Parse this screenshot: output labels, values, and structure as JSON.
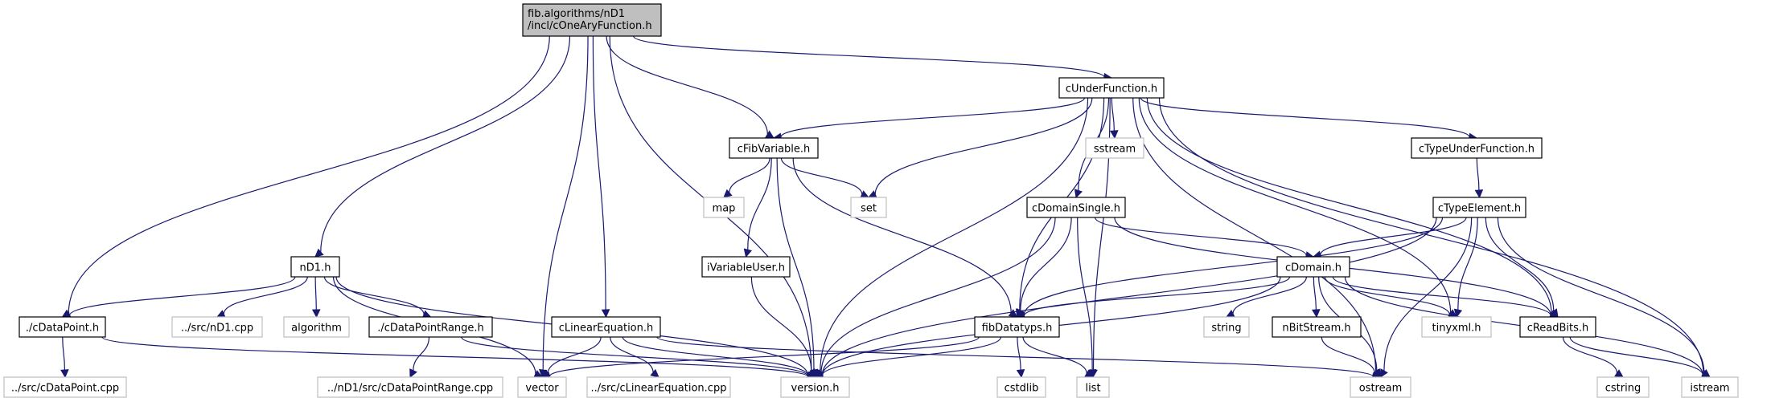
{
  "diagram": {
    "type": "include-dependency-graph",
    "colors": {
      "root_fill": "#bfbfbf",
      "root_border": "#000000",
      "local_fill": "#ffffff",
      "local_border": "#000000",
      "system_fill": "#ffffff",
      "system_border": "#bfbfbf",
      "edge": "#191970"
    },
    "nodes": [
      {
        "id": "root",
        "label": "fib.algorithms/nD1\n/incl/cOneAryFunction.h",
        "kind": "root"
      },
      {
        "id": "cUnderFunction",
        "label": "cUnderFunction.h",
        "kind": "local"
      },
      {
        "id": "cFibVariable",
        "label": "cFibVariable.h",
        "kind": "local"
      },
      {
        "id": "sstream",
        "label": "sstream",
        "kind": "system"
      },
      {
        "id": "cTypeUnderFunction",
        "label": "cTypeUnderFunction.h",
        "kind": "local"
      },
      {
        "id": "map",
        "label": "map",
        "kind": "system"
      },
      {
        "id": "set",
        "label": "set",
        "kind": "system"
      },
      {
        "id": "cDomainSingle",
        "label": "cDomainSingle.h",
        "kind": "local"
      },
      {
        "id": "cTypeElement",
        "label": "cTypeElement.h",
        "kind": "local"
      },
      {
        "id": "nD1",
        "label": "nD1.h",
        "kind": "local"
      },
      {
        "id": "iVariableUser",
        "label": "iVariableUser.h",
        "kind": "local"
      },
      {
        "id": "cDomain",
        "label": "cDomain.h",
        "kind": "local"
      },
      {
        "id": "cDataPoint",
        "label": "./cDataPoint.h",
        "kind": "local"
      },
      {
        "id": "nD1cpp",
        "label": "../src/nD1.cpp",
        "kind": "system"
      },
      {
        "id": "algorithm",
        "label": "algorithm",
        "kind": "system"
      },
      {
        "id": "cDataPointRange",
        "label": "./cDataPointRange.h",
        "kind": "local"
      },
      {
        "id": "cLinearEquation",
        "label": "cLinearEquation.h",
        "kind": "local"
      },
      {
        "id": "fibDatatyps",
        "label": "fibDatatyps.h",
        "kind": "local"
      },
      {
        "id": "string",
        "label": "string",
        "kind": "system"
      },
      {
        "id": "nBitStream",
        "label": "nBitStream.h",
        "kind": "local"
      },
      {
        "id": "tinyxml",
        "label": "tinyxml.h",
        "kind": "system"
      },
      {
        "id": "cReadBits",
        "label": "cReadBits.h",
        "kind": "local"
      },
      {
        "id": "cDataPointcpp",
        "label": "../src/cDataPoint.cpp",
        "kind": "system"
      },
      {
        "id": "cDataPointRangecpp",
        "label": "../nD1/src/cDataPointRange.cpp",
        "kind": "system"
      },
      {
        "id": "vector",
        "label": "vector",
        "kind": "system"
      },
      {
        "id": "cLinearEquationcpp",
        "label": "../src/cLinearEquation.cpp",
        "kind": "system"
      },
      {
        "id": "version",
        "label": "version.h",
        "kind": "system"
      },
      {
        "id": "cstdlib",
        "label": "cstdlib",
        "kind": "system"
      },
      {
        "id": "list",
        "label": "list",
        "kind": "system"
      },
      {
        "id": "ostream",
        "label": "ostream",
        "kind": "system"
      },
      {
        "id": "cstring",
        "label": "cstring",
        "kind": "system"
      },
      {
        "id": "istream",
        "label": "istream",
        "kind": "system"
      }
    ],
    "edges": [
      [
        "root",
        "cUnderFunction"
      ],
      [
        "root",
        "cFibVariable"
      ],
      [
        "root",
        "nD1"
      ],
      [
        "root",
        "cDataPoint"
      ],
      [
        "root",
        "vector"
      ],
      [
        "root",
        "cLinearEquation"
      ],
      [
        "root",
        "version"
      ],
      [
        "cUnderFunction",
        "cFibVariable"
      ],
      [
        "cUnderFunction",
        "sstream"
      ],
      [
        "cUnderFunction",
        "cTypeUnderFunction"
      ],
      [
        "cUnderFunction",
        "set"
      ],
      [
        "cUnderFunction",
        "cDomainSingle"
      ],
      [
        "cUnderFunction",
        "fibDatatyps"
      ],
      [
        "cUnderFunction",
        "version"
      ],
      [
        "cUnderFunction",
        "list"
      ],
      [
        "cUnderFunction",
        "tinyxml"
      ],
      [
        "cUnderFunction",
        "cReadBits"
      ],
      [
        "cUnderFunction",
        "ostream"
      ],
      [
        "cUnderFunction",
        "istream"
      ],
      [
        "cFibVariable",
        "map"
      ],
      [
        "cFibVariable",
        "set"
      ],
      [
        "cFibVariable",
        "iVariableUser"
      ],
      [
        "cFibVariable",
        "fibDatatyps"
      ],
      [
        "cFibVariable",
        "version"
      ],
      [
        "cTypeUnderFunction",
        "cTypeElement"
      ],
      [
        "cTypeElement",
        "cDomain"
      ],
      [
        "cTypeElement",
        "fibDatatyps"
      ],
      [
        "cTypeElement",
        "version"
      ],
      [
        "cTypeElement",
        "tinyxml"
      ],
      [
        "cTypeElement",
        "cReadBits"
      ],
      [
        "cTypeElement",
        "ostream"
      ],
      [
        "cTypeElement",
        "istream"
      ],
      [
        "cDomainSingle",
        "cDomain"
      ],
      [
        "cDomainSingle",
        "fibDatatyps"
      ],
      [
        "cDomainSingle",
        "version"
      ],
      [
        "cDomainSingle",
        "list"
      ],
      [
        "cDomainSingle",
        "cReadBits"
      ],
      [
        "iVariableUser",
        "version"
      ],
      [
        "nD1",
        "cDataPoint"
      ],
      [
        "nD1",
        "nD1cpp"
      ],
      [
        "nD1",
        "algorithm"
      ],
      [
        "nD1",
        "cDataPointRange"
      ],
      [
        "nD1",
        "vector"
      ],
      [
        "nD1",
        "version"
      ],
      [
        "cDomain",
        "fibDatatyps"
      ],
      [
        "cDomain",
        "string"
      ],
      [
        "cDomain",
        "nBitStream"
      ],
      [
        "cDomain",
        "tinyxml"
      ],
      [
        "cDomain",
        "cReadBits"
      ],
      [
        "cDomain",
        "version"
      ],
      [
        "cDomain",
        "ostream"
      ],
      [
        "cDomain",
        "istream"
      ],
      [
        "cDataPoint",
        "cDataPointcpp"
      ],
      [
        "cDataPoint",
        "version"
      ],
      [
        "cDataPointRange",
        "cDataPointRangecpp"
      ],
      [
        "cDataPointRange",
        "version"
      ],
      [
        "cLinearEquation",
        "vector"
      ],
      [
        "cLinearEquation",
        "cLinearEquationcpp"
      ],
      [
        "cLinearEquation",
        "version"
      ],
      [
        "cLinearEquation",
        "ostream"
      ],
      [
        "fibDatatyps",
        "cstdlib"
      ],
      [
        "fibDatatyps",
        "list"
      ],
      [
        "fibDatatyps",
        "version"
      ],
      [
        "fibDatatyps",
        "vector"
      ],
      [
        "nBitStream",
        "ostream"
      ],
      [
        "cReadBits",
        "cstring"
      ],
      [
        "cReadBits",
        "istream"
      ]
    ]
  }
}
